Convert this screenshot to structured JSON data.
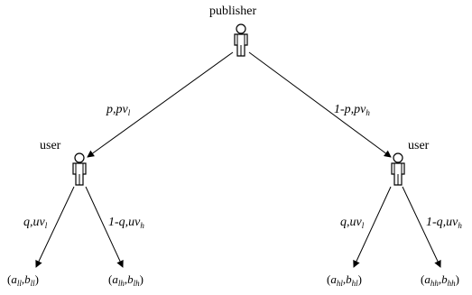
{
  "nodes": {
    "publisher": {
      "label": "publisher"
    },
    "user_left": {
      "label": "user"
    },
    "user_right": {
      "label": "user"
    }
  },
  "edges": {
    "pub_to_left": {
      "prob": "p",
      "util": "pv",
      "util_sub": "l"
    },
    "pub_to_right": {
      "prob": "1-p",
      "util": "pv",
      "util_sub": "h"
    },
    "left_to_ll": {
      "prob": "q",
      "util": "uv",
      "util_sub": "l"
    },
    "left_to_lh": {
      "prob": "1-q",
      "util": "uv",
      "util_sub": "h"
    },
    "right_to_hl": {
      "prob": "q",
      "util": "uv",
      "util_sub": "l"
    },
    "right_to_hh": {
      "prob": "1-q",
      "util": "uv",
      "util_sub": "h"
    }
  },
  "payoffs": {
    "ll": {
      "a": "a",
      "a_sub": "ll",
      "b": "b",
      "b_sub": "ll",
      "close": ")"
    },
    "lh": {
      "a": "a",
      "a_sub": "lh",
      "b": "b",
      "b_sub": "lh",
      "close": ")"
    },
    "hl": {
      "a": "a",
      "a_sub": "hl",
      "b": "b",
      "b_sub": "hl",
      "close": ")"
    },
    "hh": {
      "a": "a",
      "a_sub": "hh",
      "b": "b",
      "b_sub": "hh",
      "close": ")"
    }
  },
  "icons": {
    "person": "person-icon"
  },
  "colors": {
    "stroke": "#000000",
    "background": "#ffffff"
  }
}
